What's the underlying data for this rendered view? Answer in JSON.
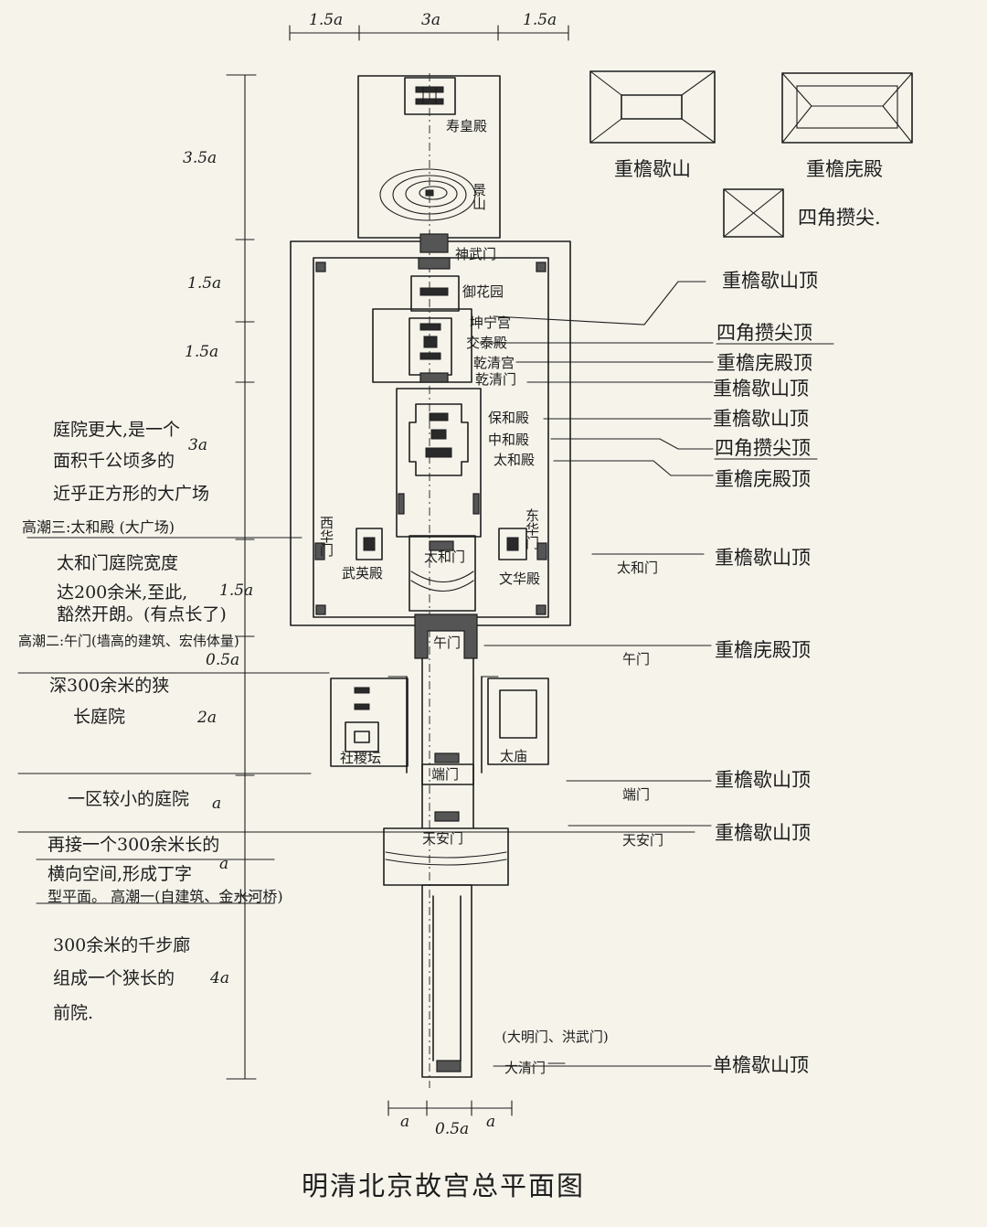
{
  "title": "明清北京故宫总平面图",
  "dimensions": {
    "top": [
      "1.5a",
      "3a",
      "1.5a"
    ],
    "side": [
      "3.5a",
      "1.5a",
      "1.5a",
      "3a",
      "1.5a",
      "0.5a",
      "2a",
      "a",
      "a",
      "4a"
    ],
    "bottom": [
      "a",
      "0.5a",
      "a"
    ]
  },
  "legend": {
    "xieshan": "重檐歇山",
    "wudian": "重檐庑殿",
    "zuanjian": "四角攒尖."
  },
  "buildings": {
    "shouhuangdian": "寿皇殿",
    "jingshan": "景山",
    "shenwumen": "神武门",
    "yuhuayuan": "御花园",
    "kunninggong": "坤宁宫",
    "jiaotaidian": "交泰殿",
    "qianqinggong": "乾清宫",
    "qianqingmen": "乾清门",
    "baohedian": "保和殿",
    "zhonghedian": "中和殿",
    "taihedian": "太和殿",
    "xihuamen": "西华门",
    "donghuamen": "东华门",
    "wuyingdian": "武英殿",
    "wenhuadian": "文华殿",
    "taihemen": "太和门",
    "wumen": "午门",
    "shejitan": "社稷坛",
    "taimiao": "太庙",
    "duanmen": "端门",
    "tiananmen": "天安门",
    "daqingmen": "大清门",
    "daqingmen_note": "(大明门、洪武门)"
  },
  "gate_labels_right": {
    "taihemen": "太和门",
    "wumen": "午门",
    "duanmen": "端门",
    "tiananmen": "天安门"
  },
  "roof_labels": [
    "重檐歇山顶",
    "四角攒尖顶",
    "重檐庑殿顶",
    "重檐歇山顶",
    "重檐歇山顶",
    "四角攒尖顶",
    "重檐庑殿顶",
    "重檐歇山顶",
    "重檐庑殿顶",
    "重檐歇山顶",
    "重檐歇山顶",
    "单檐歇山顶"
  ],
  "notes": {
    "n1": [
      "庭院更大,是一个",
      "面积千公顷多的",
      "近乎正方形的大广场",
      "高潮三:太和殿 (大广场)"
    ],
    "n2": [
      "太和门庭院宽度",
      "达200余米,至此,",
      "豁然开朗。(有点长了)",
      "高潮二:午门(墙高的建筑、宏伟体量)"
    ],
    "n3": [
      "深300余米的狭",
      "长庭院"
    ],
    "n4": [
      "一区较小的庭院"
    ],
    "n5": [
      "再接一个300余米长的",
      "横向空间,形成丁字",
      "型平面。  高潮一(自建筑、金水河桥)"
    ],
    "n6": [
      "300余米的千步廊",
      "组成一个狭长的",
      "前院."
    ]
  }
}
